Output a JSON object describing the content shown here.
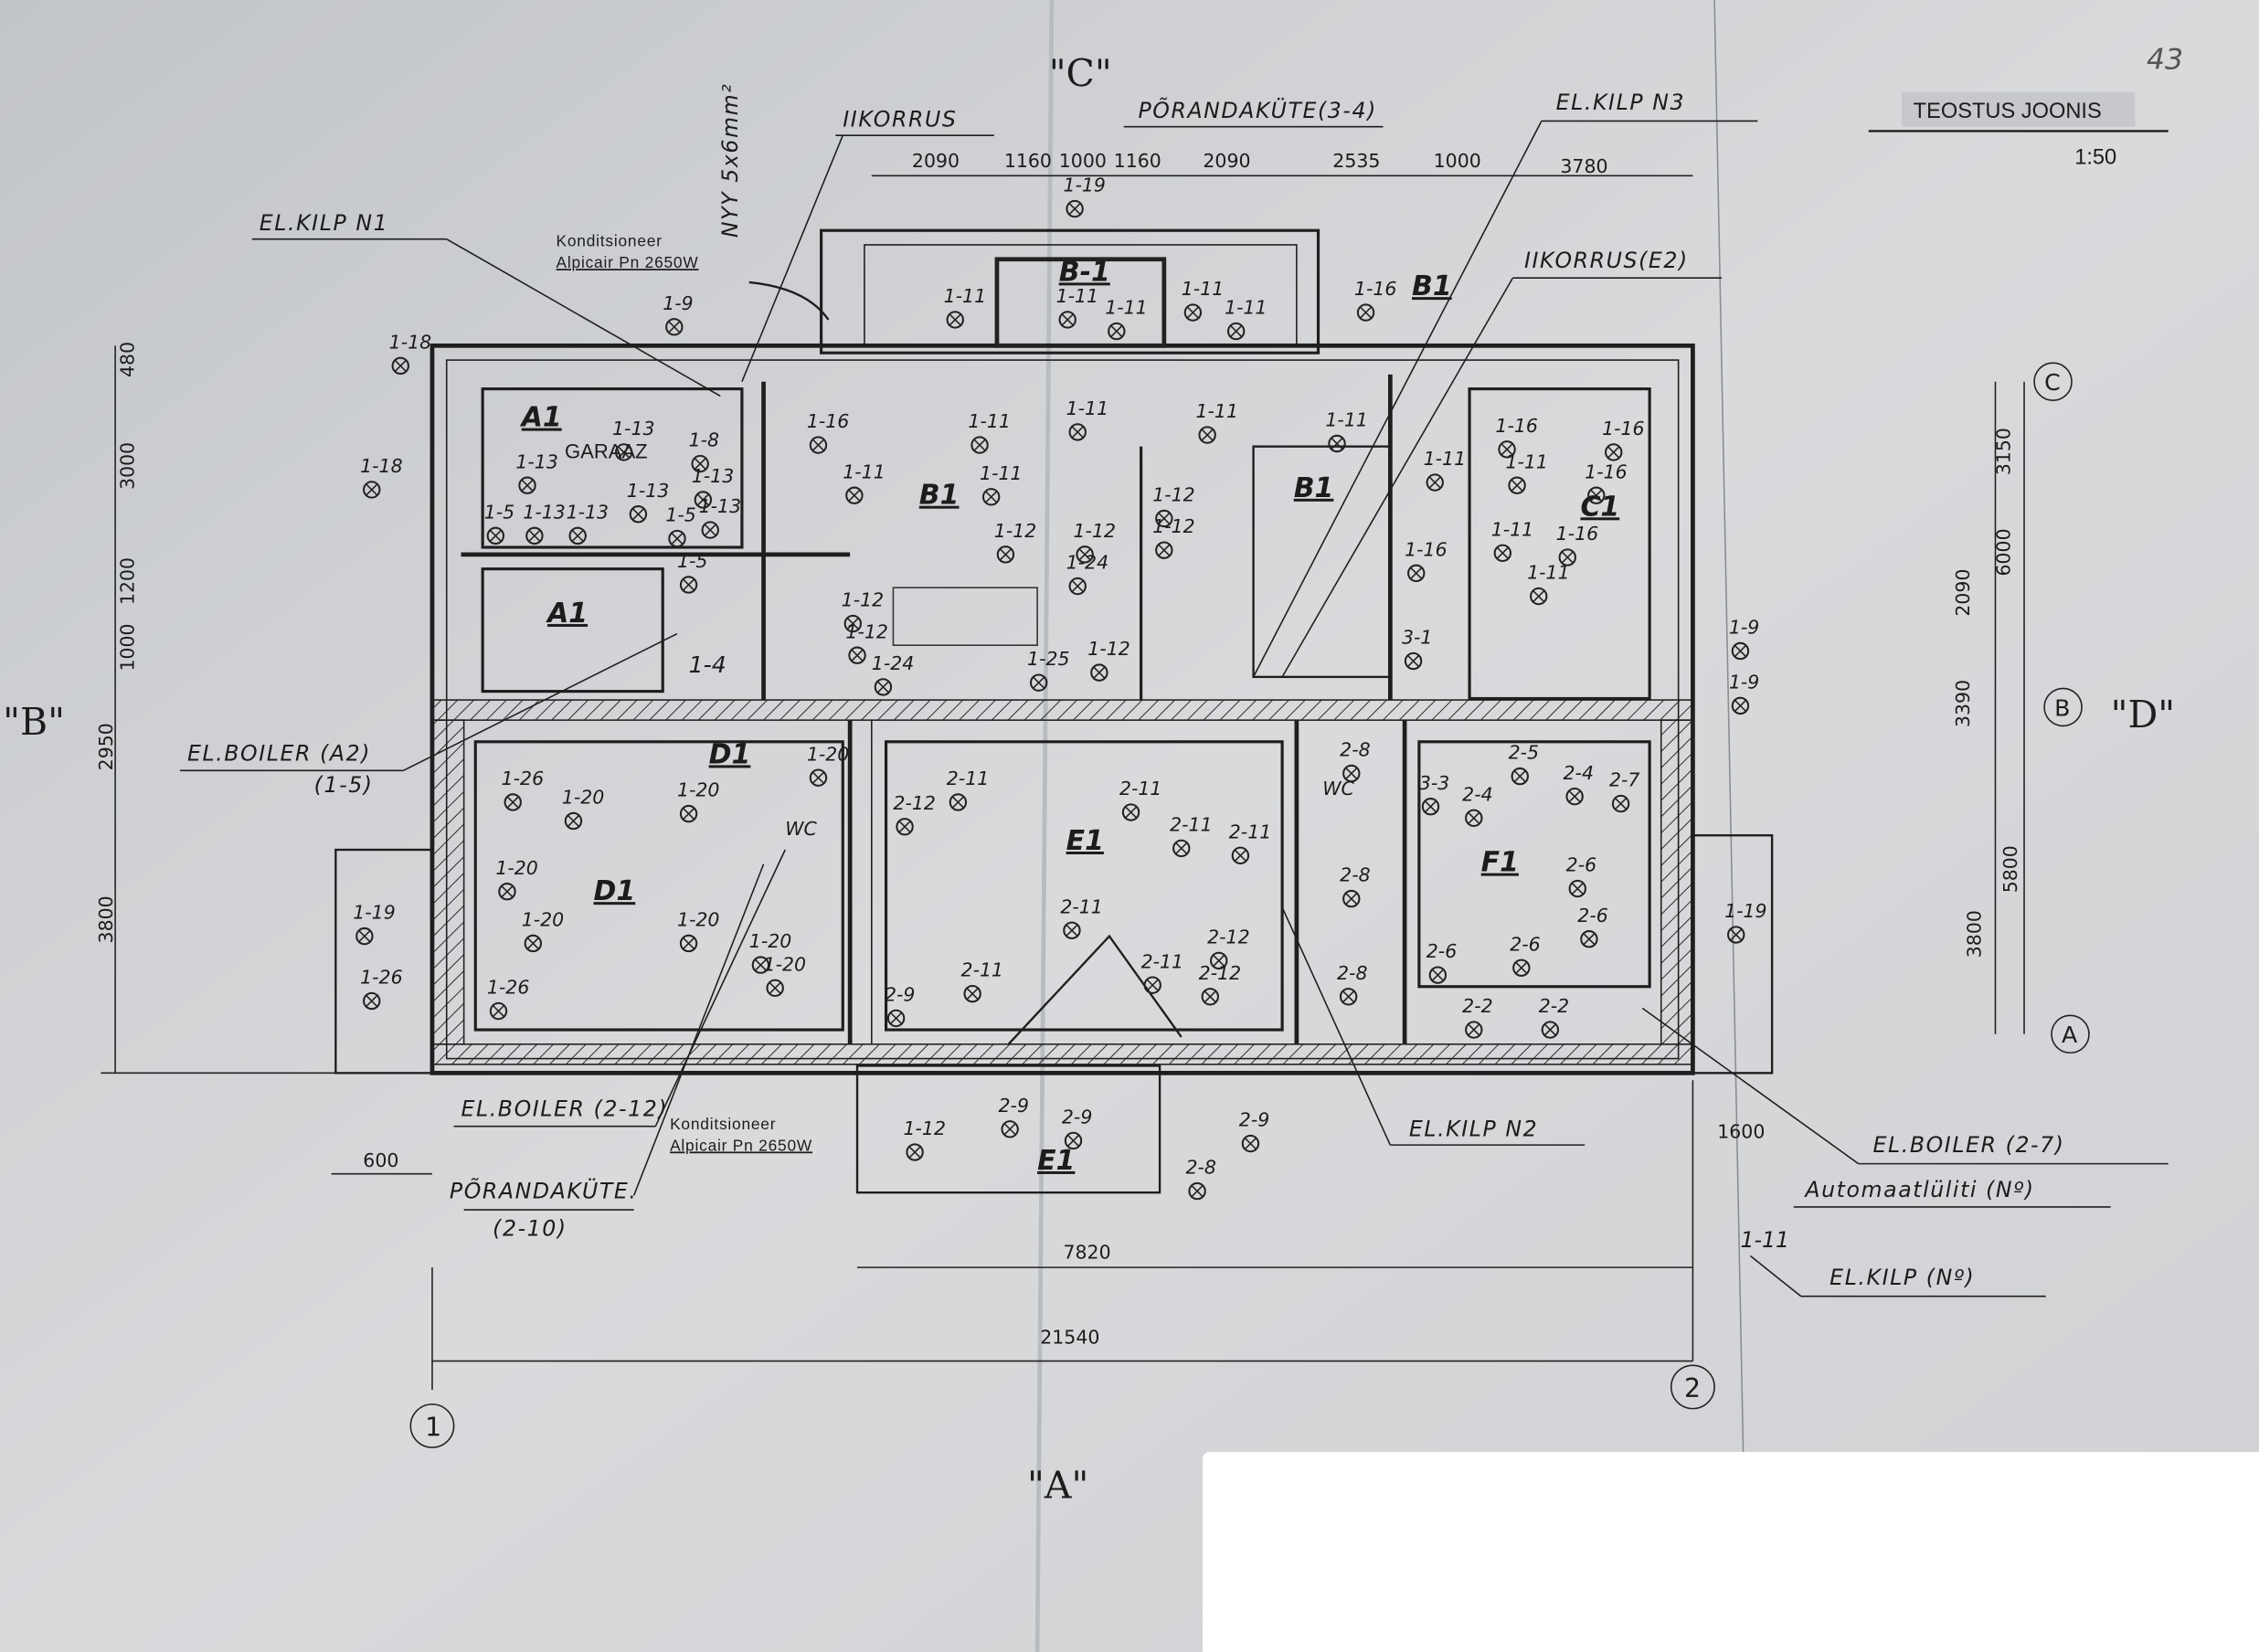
{
  "title_block": {
    "title": "TEOSTUS JOONIS",
    "scale": "1:50",
    "sheet_number": "43"
  },
  "axes": {
    "top": "\"C\"",
    "left": "\"B\"",
    "right": "\"D\"",
    "bottom": "\"A\""
  },
  "grid_markers": {
    "c": "C",
    "b": "B",
    "a": "A",
    "one": "1",
    "two": "2"
  },
  "dimensions": {
    "top": [
      "2090",
      "1160",
      "1000",
      "1160",
      "2090",
      "2535",
      "1000",
      "3780"
    ],
    "left": [
      "480",
      "3000",
      "1200",
      "1000",
      "2950",
      "3800"
    ],
    "right": [
      "3150",
      "6000",
      "2090",
      "3390",
      "5800",
      "3800"
    ],
    "bottom": [
      "600",
      "7820",
      "21540",
      "1600"
    ]
  },
  "annotations": {
    "el_kilp_n1": "EL.KILP N1",
    "ii_korrus": "IIKORRUS",
    "porandakute_3_4": "PÕRANDAKÜTE(3-4)",
    "el_kilp_n3": "EL.KILP N3",
    "ii_korrus_e2": "IIKORRUS(E2)",
    "cable": "NYY 5x6mm²",
    "ac_top_line1": "Konditsioneer",
    "ac_top_line2": "Alpicair Pn 2650W",
    "el_boiler_a2": "EL.BOILER (A2)",
    "el_boiler_a2_sub": "(1-5)",
    "el_boiler_2_12": "EL.BOILER (2-12)",
    "ac_bottom_line1": "Konditsioneer",
    "ac_bottom_line2": "Alpicair Pn 2650W",
    "porandakute": "PÕRANDAKÜTE.",
    "porandakute_sub": "(2-10)",
    "el_kilp_n2": "EL.KILP N2",
    "el_boiler_2_7": "EL.BOILER (2-7)",
    "automaatluliti": "Automaatlüliti (Nº)",
    "legend_circuit": "1-11",
    "el_kilp_no": "EL.KILP (Nº)"
  },
  "rooms": {
    "a1_top": "A1",
    "garaaz": "GARAAZ",
    "a1_bottom": "A1",
    "b1_main": "B1",
    "b1_bay": "B-1",
    "b1_top": "B1",
    "b1_stair": "B1",
    "c1": "C1",
    "d1": "D1",
    "d1_small": "D1",
    "e1": "E1",
    "f1": "F1",
    "e1_porch": "E1",
    "wc_left": "WC",
    "wc_right": "WC",
    "r14": "1-4"
  },
  "circuits": [
    "1-18",
    "1-18",
    "1-13",
    "1-13",
    "1-13",
    "1-8",
    "1-13",
    "1-13",
    "1-5",
    "1-13",
    "1-13",
    "1-5",
    "1-5",
    "1-9",
    "1-19",
    "1-11",
    "1-11",
    "1-11",
    "1-11",
    "1-11",
    "1-16",
    "1-11",
    "1-11",
    "1-11",
    "1-11",
    "1-16",
    "1-11",
    "1-12",
    "1-12",
    "1-24",
    "1-12",
    "1-12",
    "1-24",
    "1-25",
    "1-12",
    "1-11",
    "1-16",
    "1-16",
    "1-16",
    "1-16",
    "1-11",
    "1-11",
    "1-11",
    "1-11",
    "1-16",
    "1-9",
    "1-9",
    "3-1",
    "3-3",
    "2-4",
    "2-5",
    "2-4",
    "2-7",
    "2-6",
    "2-6",
    "2-6",
    "2-6",
    "2-2",
    "2-2",
    "2-8",
    "2-8",
    "2-8",
    "1-19",
    "1-26",
    "1-20",
    "1-20",
    "1-20",
    "1-20",
    "1-26",
    "1-19",
    "1-26",
    "1-20",
    "1-20",
    "1-20",
    "1-20",
    "2-12",
    "2-11",
    "2-11",
    "2-11",
    "2-11",
    "2-11",
    "2-12",
    "2-11",
    "2-11",
    "2-12",
    "2-9",
    "2-9",
    "2-9",
    "2-9",
    "2-8",
    "1-12",
    "1-12",
    "1-12"
  ]
}
